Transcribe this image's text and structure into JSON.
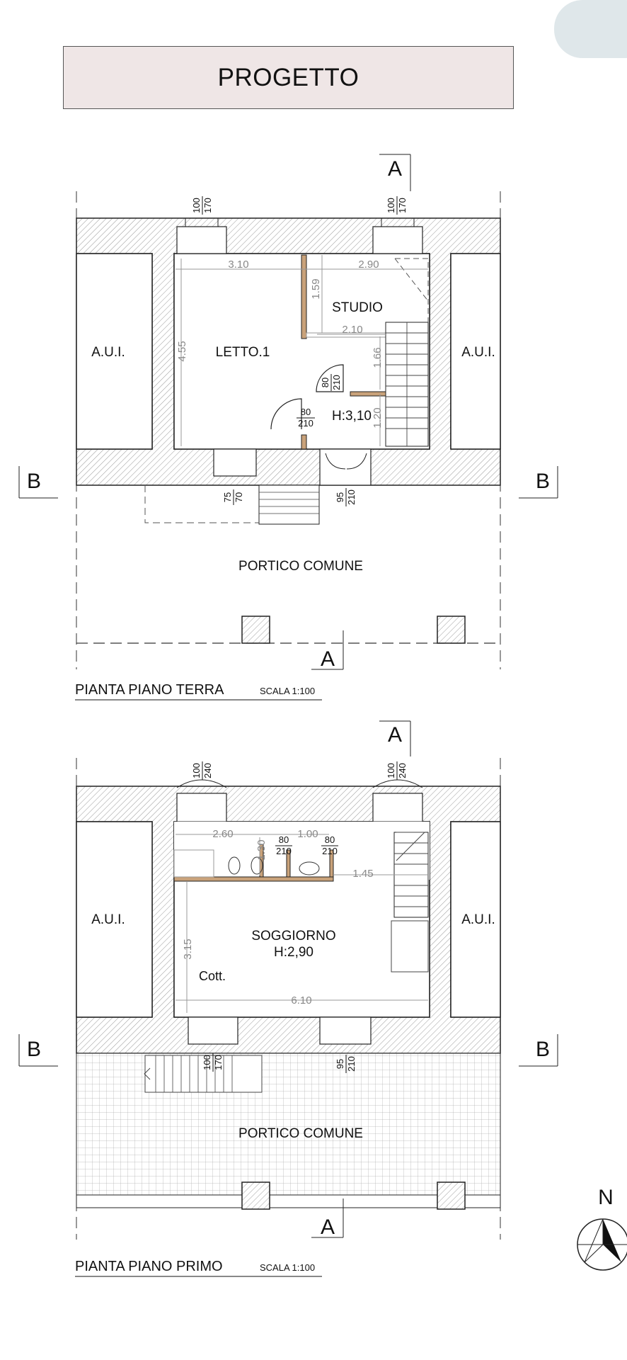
{
  "title": "PROGETTO",
  "section_letter_a": "A",
  "section_letter_b": "B",
  "north_label": "N",
  "ground_floor": {
    "caption": "PIANTA PIANO TERRA",
    "scale": "SCALA 1:100",
    "left_unit": "A.U.I.",
    "right_unit": "A.U.I.",
    "room_bedroom": "LETTO.1",
    "room_study": "STUDIO",
    "height": "H:3,10",
    "portico": "PORTICO COMUNE",
    "dims": {
      "w_left": "3.10",
      "w_right": "2.90",
      "study_depth": "1.59",
      "study_width": "2.10",
      "bed_depth": "4.55",
      "dep_166": "1.66",
      "dep_120": "1.20"
    },
    "openings": {
      "win_left_w": "100",
      "win_left_h": "170",
      "win_right_w": "100",
      "win_right_h": "170",
      "door_study_w": "80",
      "door_study_h": "210",
      "door_bed_w": "80",
      "door_bed_h": "210",
      "win_front_w": "75",
      "win_front_h": "70",
      "door_front_w": "95",
      "door_front_h": "210"
    }
  },
  "first_floor": {
    "caption": "PIANTA PIANO PRIMO",
    "scale": "SCALA 1:100",
    "left_unit": "A.U.I.",
    "right_unit": "A.U.I.",
    "room_living": "SOGGIORNO",
    "height": "H:2,90",
    "kitchen": "Cott.",
    "portico": "PORTICO COMUNE",
    "dims": {
      "w_260": "2.60",
      "w_100": "1.00",
      "d_130": "1.30",
      "w_145": "1.45",
      "d_315": "3.15",
      "w_610": "6.10"
    },
    "openings": {
      "win_left_w": "100",
      "win_left_h": "240",
      "win_right_w": "100",
      "win_right_h": "240",
      "door_a_w": "80",
      "door_a_h": "210",
      "door_b_w": "80",
      "door_b_h": "210",
      "win_front_w": "100",
      "win_front_h": "170",
      "door_front_w": "95",
      "door_front_h": "210"
    }
  }
}
